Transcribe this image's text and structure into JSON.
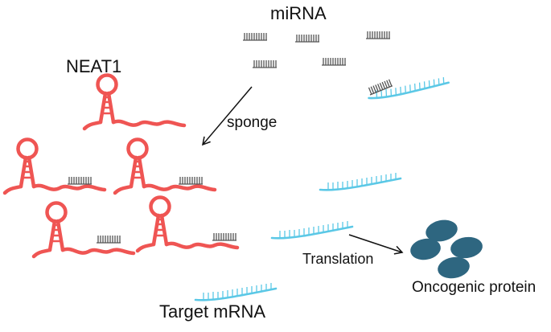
{
  "labels": {
    "mirna": "miRNA",
    "neat1": "NEAT1",
    "sponge": "sponge",
    "translation": "Translation",
    "oncogenic_protein": "Oncogenic protein",
    "target_mrna": "Target mRNA"
  },
  "colors": {
    "neat1": "#ef5553",
    "mrna": "#5bc8e6",
    "mirna": "#555555",
    "protein": "#2e6680",
    "arrow": "#111111"
  }
}
